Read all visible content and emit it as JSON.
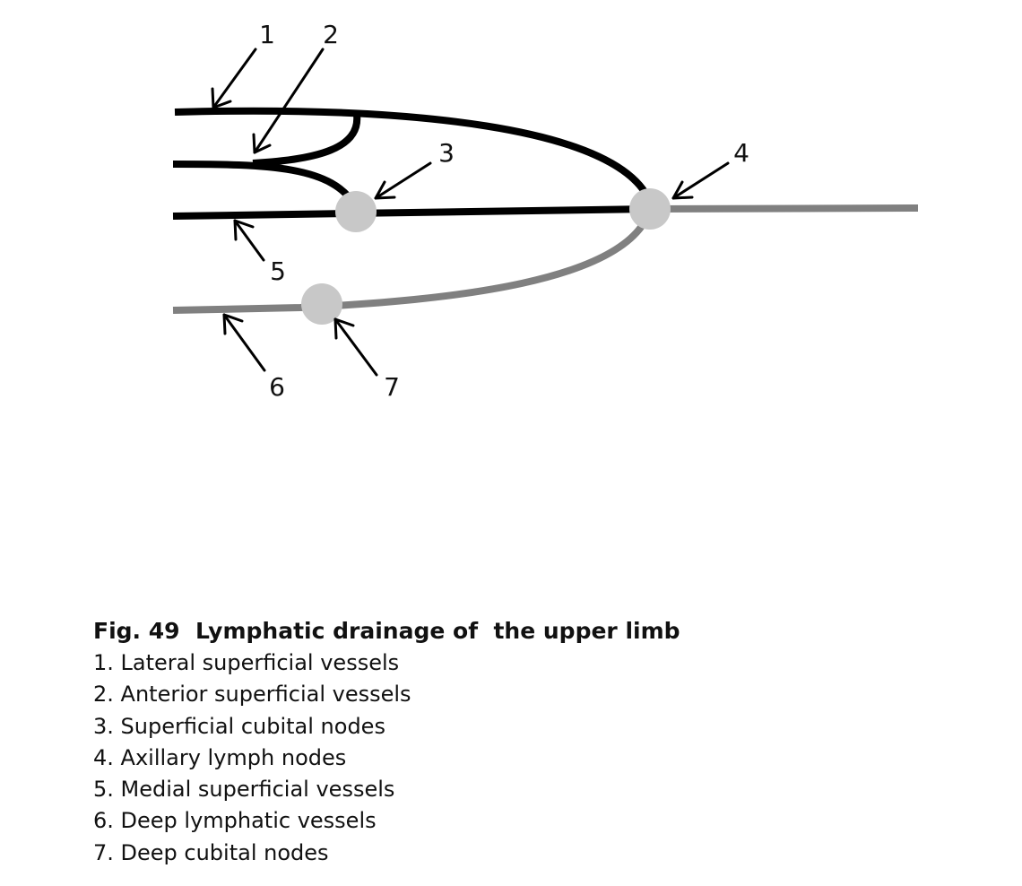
{
  "figure": {
    "caption_title": "Fig. 49  Lymphatic drainage of  the upper limb",
    "colors": {
      "superficial_vessel": "#000000",
      "deep_vessel": "#808080",
      "node": "#c8c8c8",
      "arrow": "#000000"
    },
    "callouts": [
      {
        "number": "1",
        "target": "lateral superficial vessel"
      },
      {
        "number": "2",
        "target": "anterior superficial vessel"
      },
      {
        "number": "3",
        "target": "superficial cubital node"
      },
      {
        "number": "4",
        "target": "axillary lymph node"
      },
      {
        "number": "5",
        "target": "medial superficial vessel"
      },
      {
        "number": "6",
        "target": "deep lymphatic vessel"
      },
      {
        "number": "7",
        "target": "deep cubital node"
      }
    ],
    "legend": [
      "1. Lateral superficial vessels",
      "2. Anterior superficial vessels",
      "3. Superficial cubital nodes",
      "4. Axillary lymph nodes",
      "5. Medial superficial vessels",
      "6. Deep lymphatic vessels",
      "7. Deep cubital nodes"
    ]
  }
}
